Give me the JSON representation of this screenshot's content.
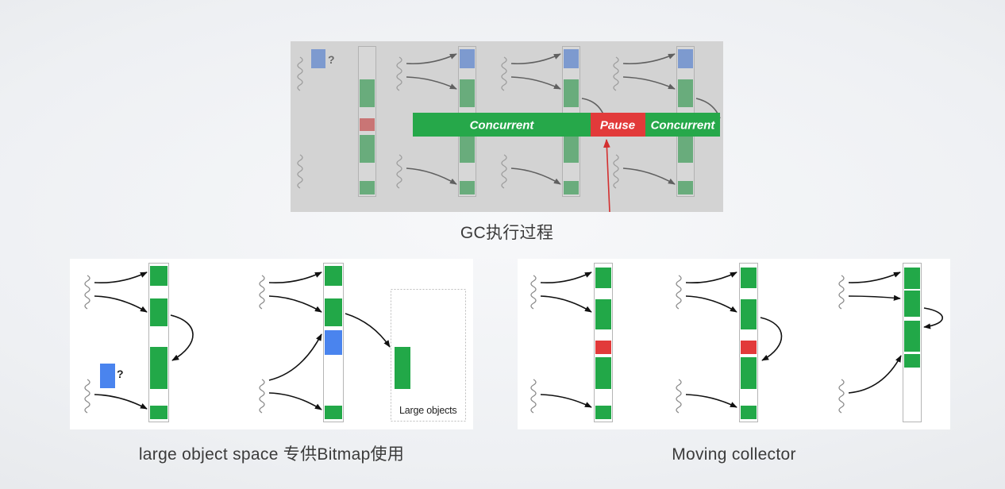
{
  "slide": {
    "captions": {
      "gc_process": "GC执行过程",
      "large_object_space": "large object space 专供Bitmap使用",
      "moving_collector": "Moving collector"
    }
  },
  "gc_timeline": {
    "unknown_marker": "?",
    "phases": [
      {
        "label": "Concurrent"
      },
      {
        "label": "Pause"
      },
      {
        "label": "Concurrent"
      }
    ]
  },
  "large_object_space": {
    "unknown_marker": "?",
    "region_label": "Large objects"
  },
  "colors": {
    "live_object": "#22a848",
    "garbage_object": "#e23a3a",
    "new_object": "#4a84ee",
    "concurrent_phase": "#26a84a",
    "pause_phase": "#e23a3a",
    "pause_pointer": "#d32f2f",
    "caption_text": "#3b3b3b"
  }
}
